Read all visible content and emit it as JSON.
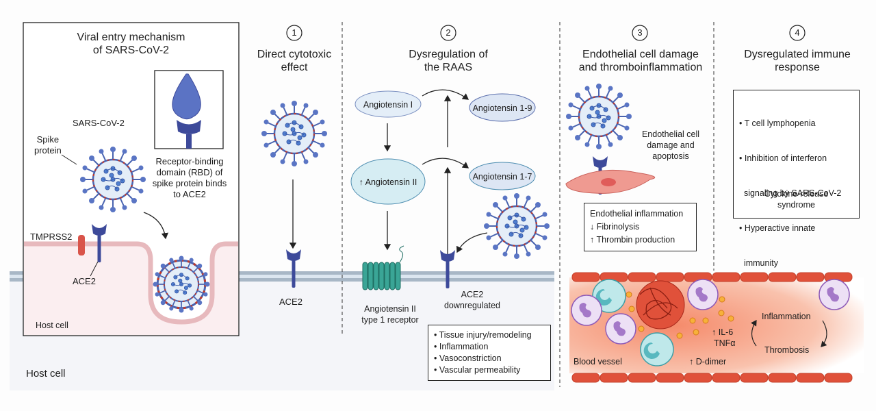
{
  "figure": {
    "host_cell_label": "Host cell"
  },
  "panel_entry": {
    "title_line1": "Viral entry mechanism",
    "title_line2": "of SARS-CoV-2",
    "virus_label": "SARS-CoV-2",
    "spike_label_line1": "Spike",
    "spike_label_line2": "protein",
    "rbd_caption": [
      "Receptor-binding",
      "domain (RBD) of",
      "spike protein binds",
      "to ACE2"
    ],
    "tmprss2_label": "TMPRSS2",
    "ace2_label": "ACE2",
    "host_cell_label": "Host cell"
  },
  "panel_1": {
    "number": "1",
    "title_line1": "Direct cytotoxic",
    "title_line2": "effect",
    "ace2_label": "ACE2"
  },
  "panel_2": {
    "number": "2",
    "title_line1": "Dysregulation of",
    "title_line2": "the RAAS",
    "nodes": {
      "ang1": "Angiotensin I",
      "ang2": "↑ Angiotensin II",
      "ang19": "Angiotensin 1-9",
      "ang17": "Angiotensin 1-7"
    },
    "receptor_label_line1": "Angiotensin II",
    "receptor_label_line2": "type 1 receptor",
    "ace2_label_line1": "ACE2",
    "ace2_label_line2": "downregulated",
    "effects": [
      "• Tissue injury/remodeling",
      "• Inflammation",
      "• Vasoconstriction",
      "• Vascular permeability"
    ]
  },
  "panel_3": {
    "number": "3",
    "title_line1": "Endothelial cell damage",
    "title_line2": "and thromboinflammation",
    "damage_caption": [
      "Endothelial cell",
      "damage and",
      "apoptosis"
    ],
    "effects": [
      "Endothelial inflammation",
      "↓ Fibrinolysis",
      "↑ Thrombin production"
    ]
  },
  "panel_4": {
    "number": "4",
    "title_line1": "Dysregulated immune",
    "title_line2": "response",
    "bullets": [
      "• T cell lymphopenia",
      "• Inhibition of interferon",
      "  signaling by SARS-CoV-2",
      "• Hyperactive innate",
      "  immunity"
    ],
    "outcome_line1": "Cytokine-release",
    "outcome_line2": "syndrome"
  },
  "vessel": {
    "label": "Blood vessel",
    "il6": "↑ IL-6",
    "tnf": "TNFα",
    "ddimer": "↑ D-dimer",
    "cycle_top": "Inflammation",
    "cycle_bottom": "Thrombosis"
  },
  "colors": {
    "virus_blue": "#4a64b0",
    "virus_fill": "#e4eef8",
    "spike_red": "#c0392b",
    "receptor_green": "#2f9c8c",
    "membrane": "#b8c4d0",
    "host_pink": "#fbeef0",
    "vessel_red": "#e0513a"
  }
}
